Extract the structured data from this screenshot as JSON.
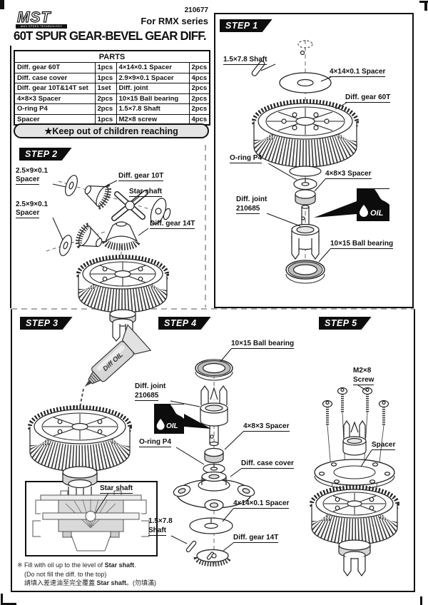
{
  "header": {
    "logo": "MST",
    "logo_tagline": "MAX SPEED TECHNOLOGY",
    "part_number": "210677",
    "series": "For RMX series",
    "title": "60T SPUR GEAR-BEVEL GEAR DIFF."
  },
  "parts_table": {
    "title": "PARTS",
    "rows": [
      [
        "Diff. gear 60T",
        "1pcs",
        "4×14×0.1 Spacer",
        "2pcs"
      ],
      [
        "Diff. case cover",
        "1pcs",
        "2.9×9×0.1 Spacer",
        "4pcs"
      ],
      [
        "Diff. gear 10T&14T set",
        "1set",
        "Diff. joint",
        "2pcs"
      ],
      [
        "4×8×3 Spacer",
        "2pcs",
        "10×15 Ball bearing",
        "2pcs"
      ],
      [
        "O-ring P4",
        "2pcs",
        "1.5×7.8 Shaft",
        "2pcs"
      ],
      [
        "Spacer",
        "1pcs",
        "M2×8 screw",
        "4pcs"
      ]
    ]
  },
  "warning_banner": "★Keep out of children reaching",
  "oil_icon": {
    "label": "OIL"
  },
  "step1": {
    "banner": "STEP 1",
    "shaft": "1.5×7.8 Shaft",
    "spacer414": "4×14×0.1 Spacer",
    "gear60": "Diff. gear 60T",
    "oring": "O-ring P4",
    "spacer483": "4×8×3 Spacer",
    "joint": "Diff. joint",
    "joint_num": "210685",
    "bearing": "10×15 Ball bearing"
  },
  "step2": {
    "banner": "STEP 2",
    "spacer_l1": "2.5×9×0.1",
    "spacer_l2": "Spacer",
    "gear10": "Diff. gear 10T",
    "star_shaft": "Star shaft",
    "gear14": "Diff. gear 14T"
  },
  "step3": {
    "banner": "STEP 3",
    "bottle": "Diff OIL",
    "inset_star_shaft": "Star shaft",
    "note_l1a": "※ Fill with oil up to the level of ",
    "note_l1b": "Star shaft",
    "note_l1c": ".",
    "note_l2": "(Do not fill the diff. to the top)",
    "note_l3a": "請填入差速油至完全覆蓋 ",
    "note_l3b": "Star shaft",
    "note_l3c": "。(勿填滿)"
  },
  "step4": {
    "banner": "STEP 4",
    "bearing": "10×15 Ball bearing",
    "joint": "Diff. joint",
    "joint_num": "210685",
    "spacer483": "4×8×3 Spacer",
    "oring": "O-ring P4",
    "case_cover": "Diff. case cover",
    "spacer414": "4×14×0.1 Spacer",
    "shaft_l1": "1.5×7.8",
    "shaft_l2": "Shaft",
    "gear14": "Diff. gear 14T"
  },
  "step5": {
    "banner": "STEP 5",
    "screw_l1": "M2×8",
    "screw_l2": "Screw",
    "spacer": "Spacer"
  },
  "colors": {
    "ink": "#111111",
    "dash_gray": "#ababab",
    "fill_gray": "#d6d6d6"
  }
}
